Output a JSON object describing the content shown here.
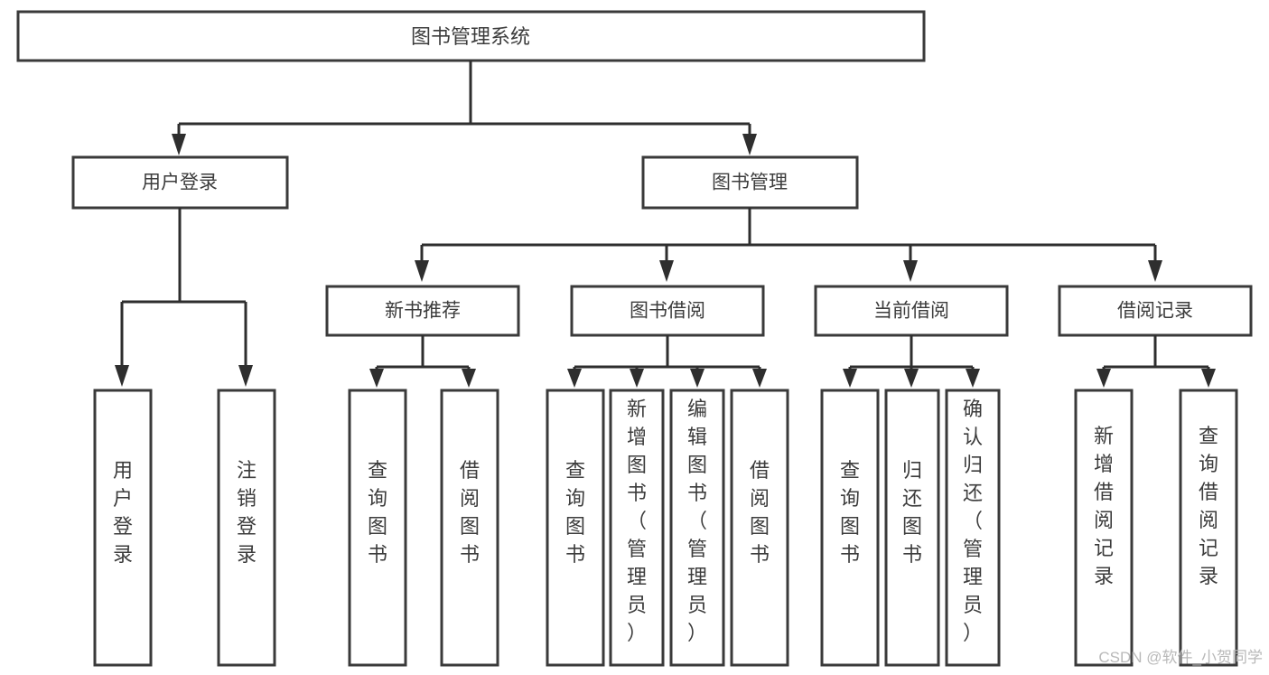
{
  "diagram": {
    "title": "图书管理系统",
    "type": "tree-structure-chart",
    "root": {
      "label": "图书管理系统"
    },
    "level2": [
      {
        "label": "用户登录"
      },
      {
        "label": "图书管理"
      }
    ],
    "level3": [
      {
        "label": "新书推荐"
      },
      {
        "label": "图书借阅"
      },
      {
        "label": "当前借阅"
      },
      {
        "label": "借阅记录"
      }
    ],
    "leaves": {
      "user_login_children": [
        {
          "lines": [
            "用",
            "户",
            "登",
            "录"
          ]
        },
        {
          "lines": [
            "注",
            "销",
            "登",
            "录"
          ]
        }
      ],
      "new_book_children": [
        {
          "lines": [
            "查",
            "询",
            "图",
            "书"
          ]
        },
        {
          "lines": [
            "借",
            "阅",
            "图",
            "书"
          ]
        }
      ],
      "borrow_children": [
        {
          "lines": [
            "查",
            "询",
            "图",
            "书"
          ]
        },
        {
          "lines": [
            "新",
            "增",
            "图",
            "书",
            "（",
            "管",
            "理",
            "员",
            "）"
          ]
        },
        {
          "lines": [
            "编",
            "辑",
            "图",
            "书",
            "（",
            "管",
            "理",
            "员",
            "）"
          ]
        },
        {
          "lines": [
            "借",
            "阅",
            "图",
            "书"
          ]
        }
      ],
      "current_borrow_children": [
        {
          "lines": [
            "查",
            "询",
            "图",
            "书"
          ]
        },
        {
          "lines": [
            "归",
            "还",
            "图",
            "书"
          ]
        },
        {
          "lines": [
            "确",
            "认",
            "归",
            "还",
            "（",
            "管",
            "理",
            "员",
            "）"
          ]
        }
      ],
      "record_children": [
        {
          "lines": [
            "新",
            "增",
            "借",
            "阅",
            "记",
            "录"
          ]
        },
        {
          "lines": [
            "查",
            "询",
            "借",
            "阅",
            "记",
            "录"
          ]
        }
      ]
    },
    "watermark": "CSDN @软件_小贺同学",
    "colors": {
      "background": "#ffffff",
      "box_fill": "#ffffff",
      "box_stroke": "#3a3a3a",
      "text": "#3c3c3c",
      "connector": "#2e2e2e",
      "watermark": "#b9b9b9"
    }
  }
}
